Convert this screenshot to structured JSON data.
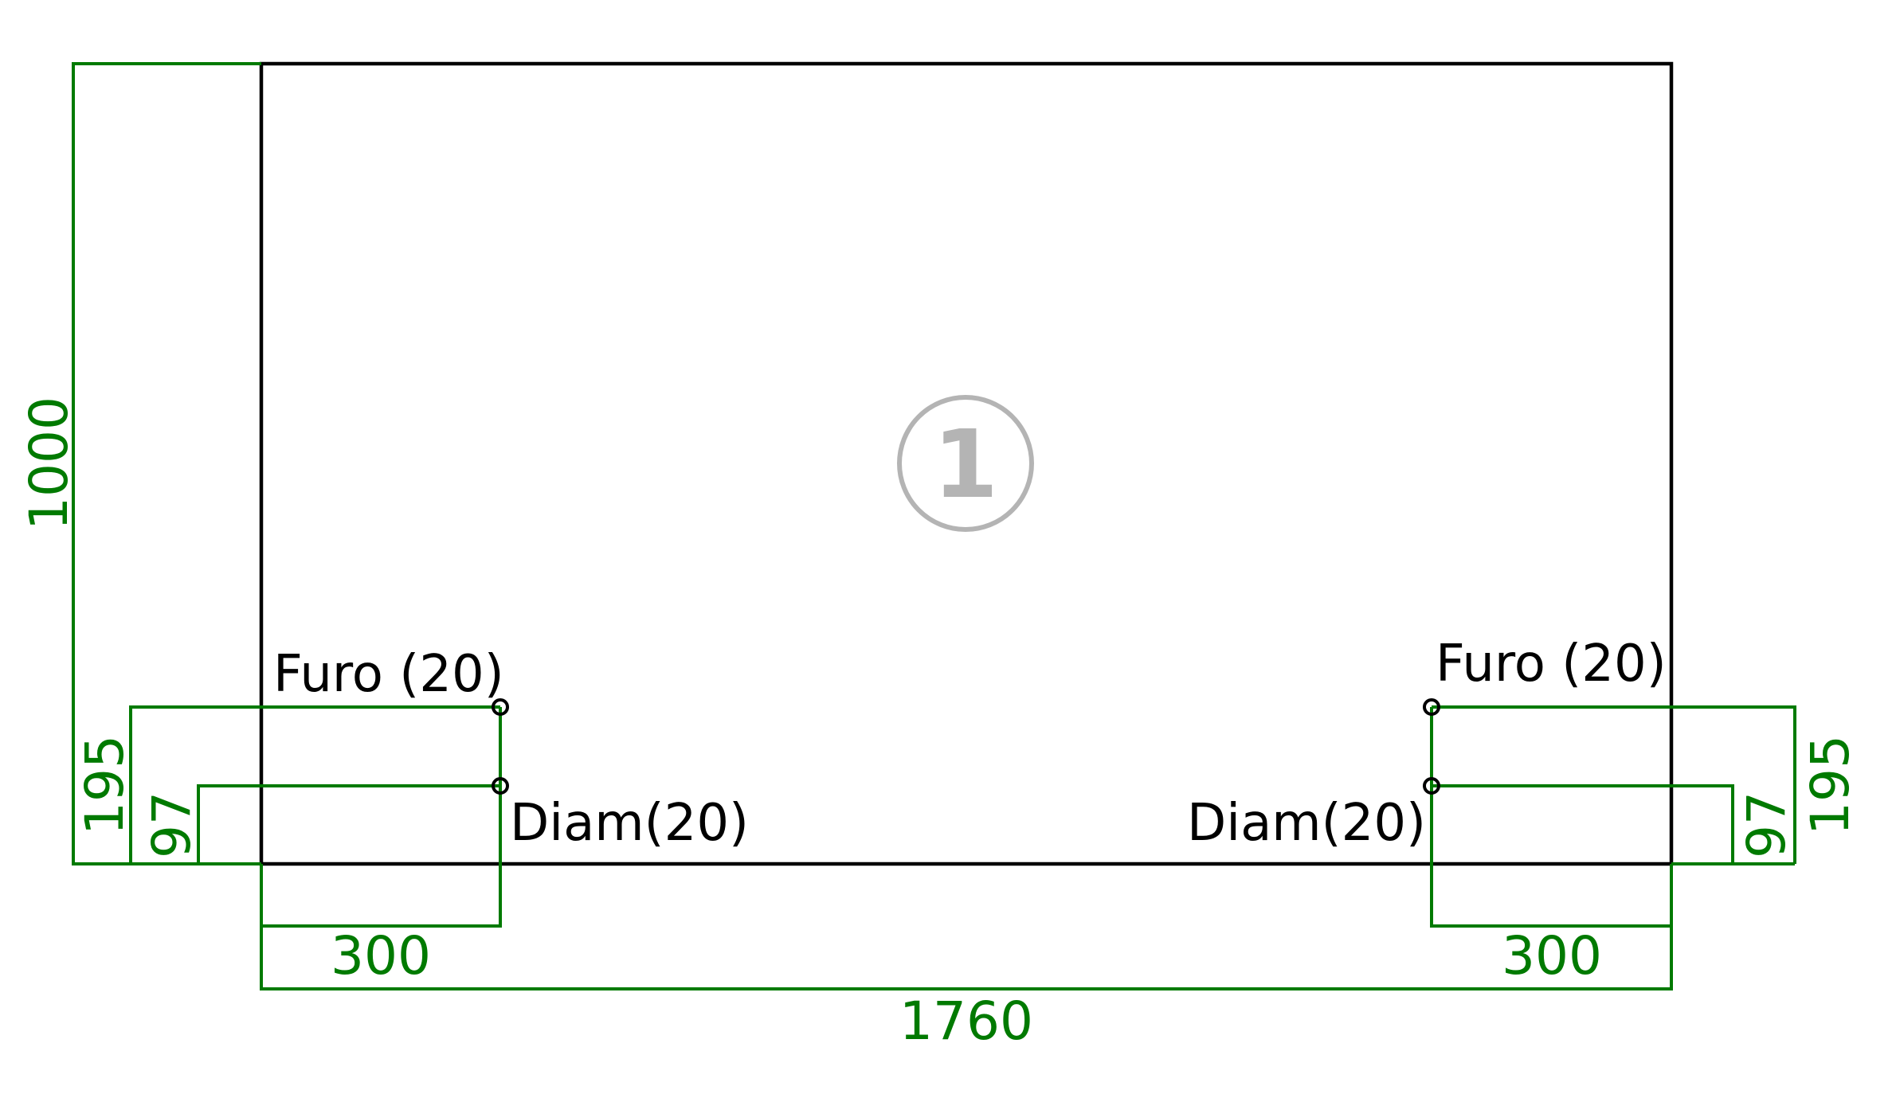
{
  "drawing": {
    "panel_marker": "1",
    "dimensions": {
      "overall_width": "1760",
      "overall_height": "1000",
      "left_hole_offset_x": "300",
      "right_hole_offset_x": "300",
      "left_upper_hole_y": "195",
      "left_lower_hole_y": "97",
      "right_upper_hole_y": "195",
      "right_lower_hole_y": "97"
    },
    "labels": {
      "left_upper_hole": "Furo (20)",
      "left_lower_hole": "Diam(20)",
      "right_upper_hole": "Furo (20)",
      "right_lower_hole": "Diam(20)"
    },
    "colors": {
      "dimension": "#007a00",
      "outline": "#000000",
      "marker": "#b4b4b4"
    }
  }
}
